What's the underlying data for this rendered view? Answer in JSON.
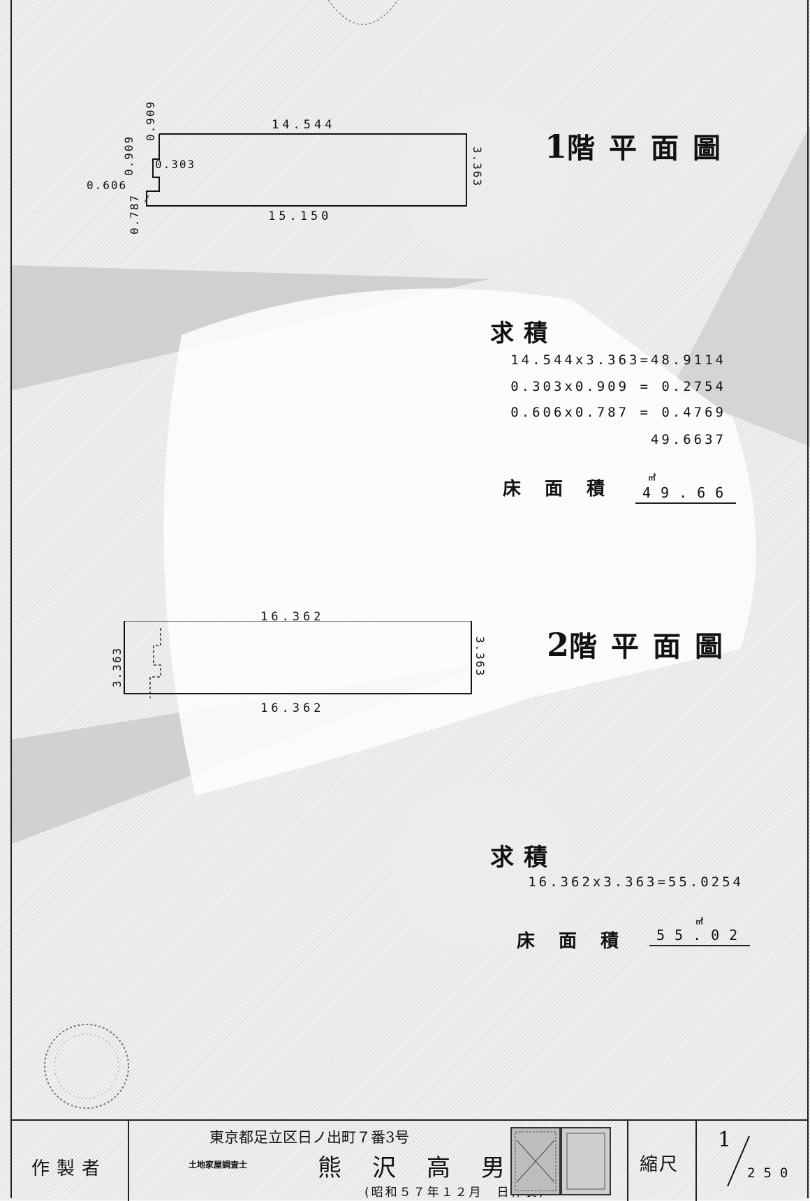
{
  "floor1": {
    "title_num": "1",
    "title_text": "階平面圖",
    "dims": {
      "top": "14.544",
      "bottom": "15.150",
      "right": "3.363",
      "left_upper": "0.909",
      "left_upper2": "0.909",
      "notch_w": "0.303",
      "notch2_w": "0.606",
      "left_lower": "0.787"
    },
    "calc_heading": "求積",
    "calc_lines": [
      "14.544x3.363=48.9114",
      "0.303x0.909 = 0.2754",
      "0.606x0.787 = 0.4769",
      "49.6637"
    ],
    "area_label": "床面積",
    "area_unit": "㎡",
    "area_value": "49.66"
  },
  "floor2": {
    "title_num": "2",
    "title_text": "階平面圖",
    "dims": {
      "top": "16.362",
      "bottom": "16.362",
      "left": "3.363",
      "right": "3.363"
    },
    "calc_heading": "求積",
    "calc_lines": [
      "16.362x3.363=55.0254"
    ],
    "area_label": "床面積",
    "area_unit": "㎡",
    "area_value": "55.02"
  },
  "footer": {
    "maker_label": "作製者",
    "address": "東京都足立区日ノ出町７番3号",
    "qualification": "土地家屋調査士",
    "name": "熊沢高男",
    "date": "(昭和５７年１２月　日作製)",
    "scale_label": "縮尺",
    "scale_num": "1",
    "scale_den": "250"
  }
}
